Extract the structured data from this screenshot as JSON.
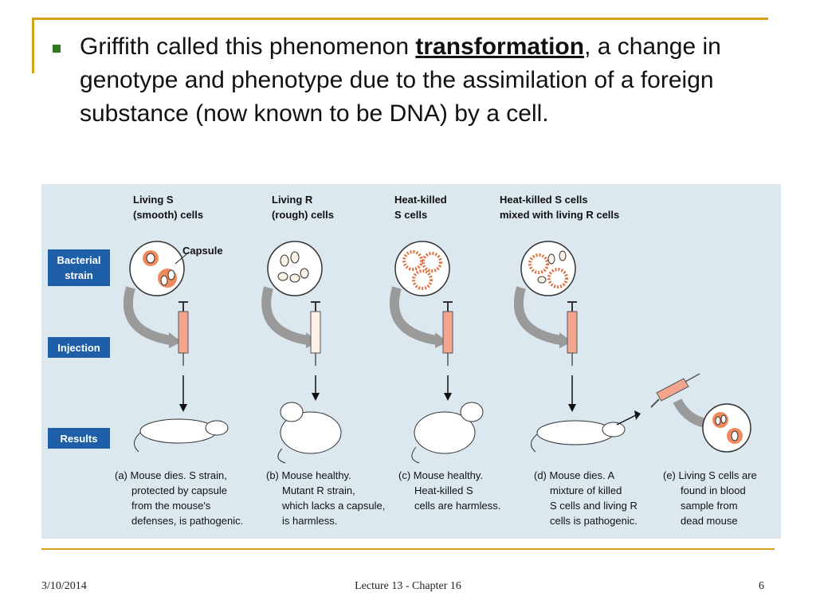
{
  "bullet": {
    "pre": "Griffith called this phenomenon ",
    "keyword": "transformation",
    "post": ", a change in genotype and phenotype due to the assimilation of a foreign substance (now known to be DNA) by a cell."
  },
  "figure": {
    "row_labels": {
      "strain": [
        "Bacterial",
        "strain"
      ],
      "injection": "Injection",
      "results": "Results"
    },
    "capsule_label": "Capsule",
    "columns": [
      {
        "header": [
          "Living S",
          "(smooth) cells"
        ],
        "caption": [
          "(a) Mouse dies. S strain,",
          "protected by capsule",
          "from the mouse's",
          "defenses, is pathogenic."
        ]
      },
      {
        "header": [
          "Living R",
          "(rough) cells"
        ],
        "caption": [
          "(b) Mouse healthy.",
          "Mutant R strain,",
          "which lacks a capsule,",
          "is harmless."
        ]
      },
      {
        "header": [
          "Heat-killed",
          "S cells"
        ],
        "caption": [
          "(c) Mouse healthy.",
          "Heat-killed S",
          "cells are harmless."
        ]
      },
      {
        "header": [
          "Heat-killed S cells",
          "mixed with living R cells"
        ],
        "caption": [
          "(d) Mouse dies. A",
          "mixture of killed",
          "S cells and living R",
          "cells is pathogenic."
        ]
      },
      {
        "header": [
          "",
          ""
        ],
        "caption": [
          "(e) Living S cells are",
          "found in blood",
          "sample from",
          "dead mouse"
        ]
      }
    ],
    "colors": {
      "panel": "#dce8f0",
      "label_box": "#1f5fa8",
      "cell_fill": "#f08a5d",
      "arrow_gray": "#9a9a9a"
    }
  },
  "footer": {
    "date": "3/10/2014",
    "center": "Lecture 13 - Chapter 16",
    "page": "6"
  }
}
